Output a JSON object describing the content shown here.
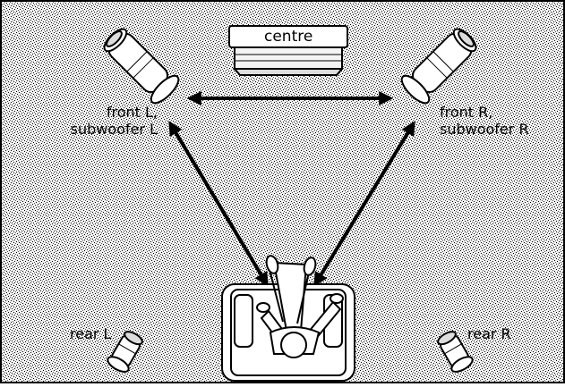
{
  "labels": {
    "centre": "centre",
    "front_left_line1": "front L,",
    "front_left_line2": "subwoofer L",
    "front_right_line1": "front R,",
    "front_right_line2": "subwoofer R",
    "rear_left": "rear L",
    "rear_right": "rear R"
  },
  "colors": {
    "ink": "#000000",
    "paper": "#ffffff",
    "speckle_background": "#bdbdbd"
  }
}
